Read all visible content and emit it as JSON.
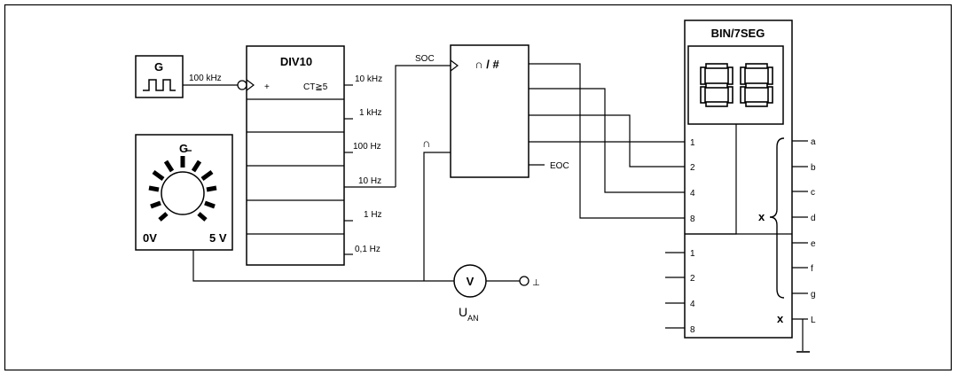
{
  "generator": {
    "title": "G",
    "freq_label": "100 kHz"
  },
  "divider": {
    "title": "DIV10",
    "plus": "+",
    "ct": "CT≧5",
    "outputs": [
      "10 kHz",
      "1 kHz",
      "100 Hz",
      "10 Hz",
      "1 Hz",
      "0,1 Hz"
    ]
  },
  "voltage_source": {
    "title": "G",
    "min": "0V",
    "max": "5 V"
  },
  "adc": {
    "title": "∩ / #",
    "soc": "SOC",
    "eoc": "EOC",
    "analog_in": "∩"
  },
  "decoder": {
    "title": "BIN/7SEG",
    "inputs_top": [
      "1",
      "2",
      "4",
      "8"
    ],
    "inputs_bottom": [
      "1",
      "2",
      "4",
      "8"
    ],
    "segments": [
      "a",
      "b",
      "c",
      "d",
      "e",
      "f",
      "g"
    ],
    "x_label": "x",
    "x2_label": "x",
    "l_label": "L"
  },
  "voltmeter": {
    "symbol": "V",
    "label_main": "U",
    "label_sub": "AN",
    "terminal": "⊥"
  }
}
